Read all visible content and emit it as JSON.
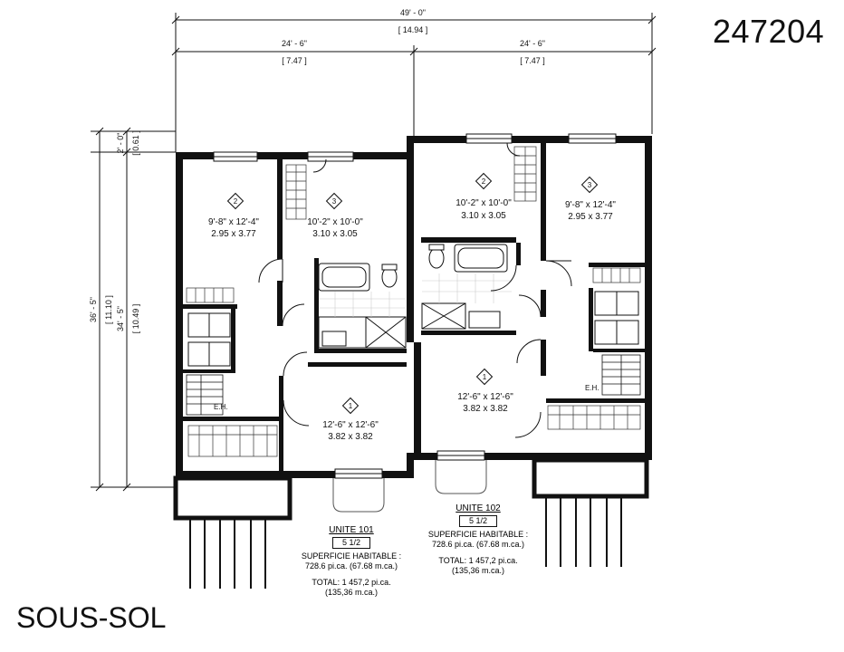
{
  "sheet_number": "247204",
  "floor_title": "SOUS-SOL",
  "dimensions": {
    "overall_width_ft": "49' - 0\"",
    "overall_width_m": "[ 14.94 ]",
    "left_width_ft": "24' - 6\"",
    "left_width_m": "[ 7.47 ]",
    "right_width_ft": "24' - 6\"",
    "right_width_m": "[ 7.47 ]",
    "overall_depth_ft": "36' - 5\"",
    "overall_depth_m": "[ 11.10 ]",
    "main_depth_ft": "34' - 5\"",
    "main_depth_m": "[ 10.49 ]",
    "offset_ft": "2' - 0\"",
    "offset_m": "[ 0.61 ]"
  },
  "rooms": {
    "left_bedroom_a": {
      "number": "2",
      "size_imperial": "9'-8\" x 12'-4\"",
      "size_metric": "2.95 x 3.77"
    },
    "left_bedroom_b": {
      "number": "3",
      "size_imperial": "10'-2\" x 10'-0\"",
      "size_metric": "3.10 x 3.05"
    },
    "left_bedroom_c": {
      "number": "1",
      "size_imperial": "12'-6\" x 12'-6\"",
      "size_metric": "3.82 x 3.82"
    },
    "right_bedroom_a": {
      "number": "2",
      "size_imperial": "10'-2\" x 10'-0\"",
      "size_metric": "3.10 x 3.05"
    },
    "right_bedroom_b": {
      "number": "3",
      "size_imperial": "9'-8\" x 12'-4\"",
      "size_metric": "2.95 x 3.77"
    },
    "right_bedroom_c": {
      "number": "1",
      "size_imperial": "12'-6\" x 12'-6\"",
      "size_metric": "3.82 x 3.82"
    }
  },
  "equipment_label": "E.H.",
  "units": [
    {
      "name": "UNITE 101",
      "type": "5 1/2",
      "area_label": "SUPERFICIE HABITABLE :",
      "area_value": "728.6 pi.ca. (67.68 m.ca.)",
      "total_label": "TOTAL: 1 457,2 pi.ca.",
      "total_value": "(135,36 m.ca.)"
    },
    {
      "name": "UNITE 102",
      "type": "5 1/2",
      "area_label": "SUPERFICIE HABITABLE :",
      "area_value": "728.6 pi.ca. (67.68 m.ca.)",
      "total_label": "TOTAL: 1 457,2 pi.ca.",
      "total_value": "(135,36 m.ca.)"
    }
  ]
}
